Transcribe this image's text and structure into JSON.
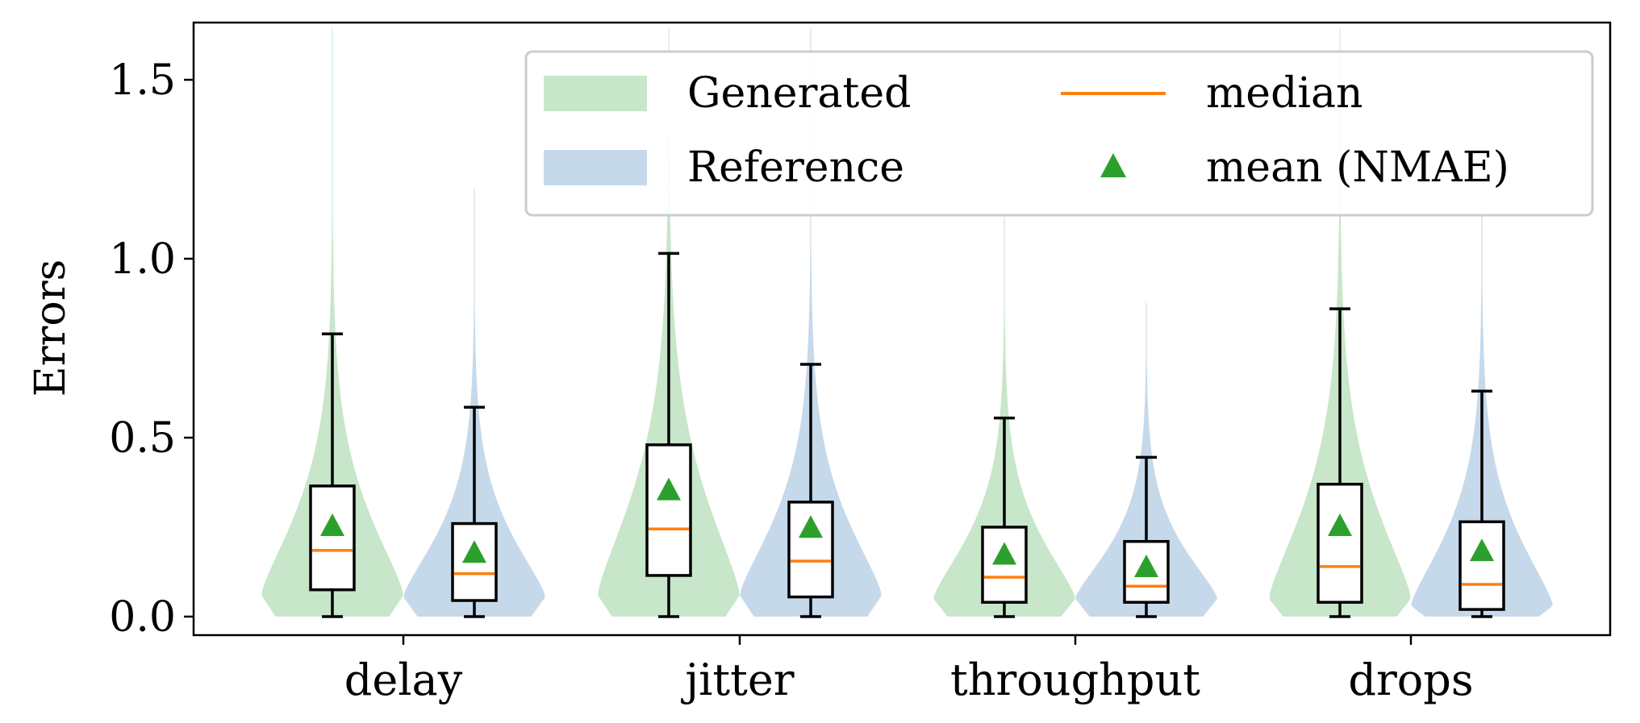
{
  "chart_data": {
    "type": "violin",
    "title": "",
    "xlabel": "",
    "ylabel": "Errors",
    "ylim": [
      -0.05,
      1.65
    ],
    "yticks": [
      0.0,
      0.5,
      1.0,
      1.5
    ],
    "ytick_labels": [
      "0.0",
      "0.5",
      "1.0",
      "1.5"
    ],
    "categories": [
      "delay",
      "jitter",
      "throughput",
      "drops"
    ],
    "grid": false,
    "legend": {
      "placement": "top-right",
      "entries": [
        {
          "label": "Generated",
          "kind": "patch",
          "color": "#c8e6c9"
        },
        {
          "label": "Reference",
          "kind": "patch",
          "color": "#c5d9ea"
        },
        {
          "label": "median",
          "kind": "line",
          "color": "#ff7f0e"
        },
        {
          "label": "mean (NMAE)",
          "kind": "triangle",
          "color": "#2ca02c"
        }
      ]
    },
    "colors": {
      "generated": "#c8e6c9",
      "reference": "#c5d9ea",
      "median": "#ff7f0e",
      "mean": "#2ca02c",
      "box": "#000000"
    },
    "series": [
      {
        "name": "Generated",
        "data": [
          {
            "category": "delay",
            "whisker_low": 0.0,
            "q1": 0.075,
            "median": 0.185,
            "q3": 0.365,
            "whisker_high": 0.79,
            "mean": 0.25,
            "max": 1.65
          },
          {
            "category": "jitter",
            "whisker_low": 0.0,
            "q1": 0.115,
            "median": 0.245,
            "q3": 0.48,
            "whisker_high": 1.015,
            "mean": 0.35,
            "max": 1.65
          },
          {
            "category": "throughput",
            "whisker_low": 0.0,
            "q1": 0.04,
            "median": 0.11,
            "q3": 0.25,
            "whisker_high": 0.555,
            "mean": 0.17,
            "max": 1.12
          },
          {
            "category": "drops",
            "whisker_low": 0.0,
            "q1": 0.04,
            "median": 0.14,
            "q3": 0.37,
            "whisker_high": 0.86,
            "mean": 0.25,
            "max": 1.65
          }
        ]
      },
      {
        "name": "Reference",
        "data": [
          {
            "category": "delay",
            "whisker_low": 0.0,
            "q1": 0.045,
            "median": 0.12,
            "q3": 0.26,
            "whisker_high": 0.585,
            "mean": 0.175,
            "max": 1.2
          },
          {
            "category": "jitter",
            "whisker_low": 0.0,
            "q1": 0.055,
            "median": 0.155,
            "q3": 0.32,
            "whisker_high": 0.705,
            "mean": 0.245,
            "max": 1.65
          },
          {
            "category": "throughput",
            "whisker_low": 0.0,
            "q1": 0.04,
            "median": 0.085,
            "q3": 0.21,
            "whisker_high": 0.445,
            "mean": 0.135,
            "max": 0.88
          },
          {
            "category": "drops",
            "whisker_low": 0.0,
            "q1": 0.02,
            "median": 0.09,
            "q3": 0.265,
            "whisker_high": 0.63,
            "mean": 0.18,
            "max": 1.15
          }
        ]
      }
    ]
  }
}
